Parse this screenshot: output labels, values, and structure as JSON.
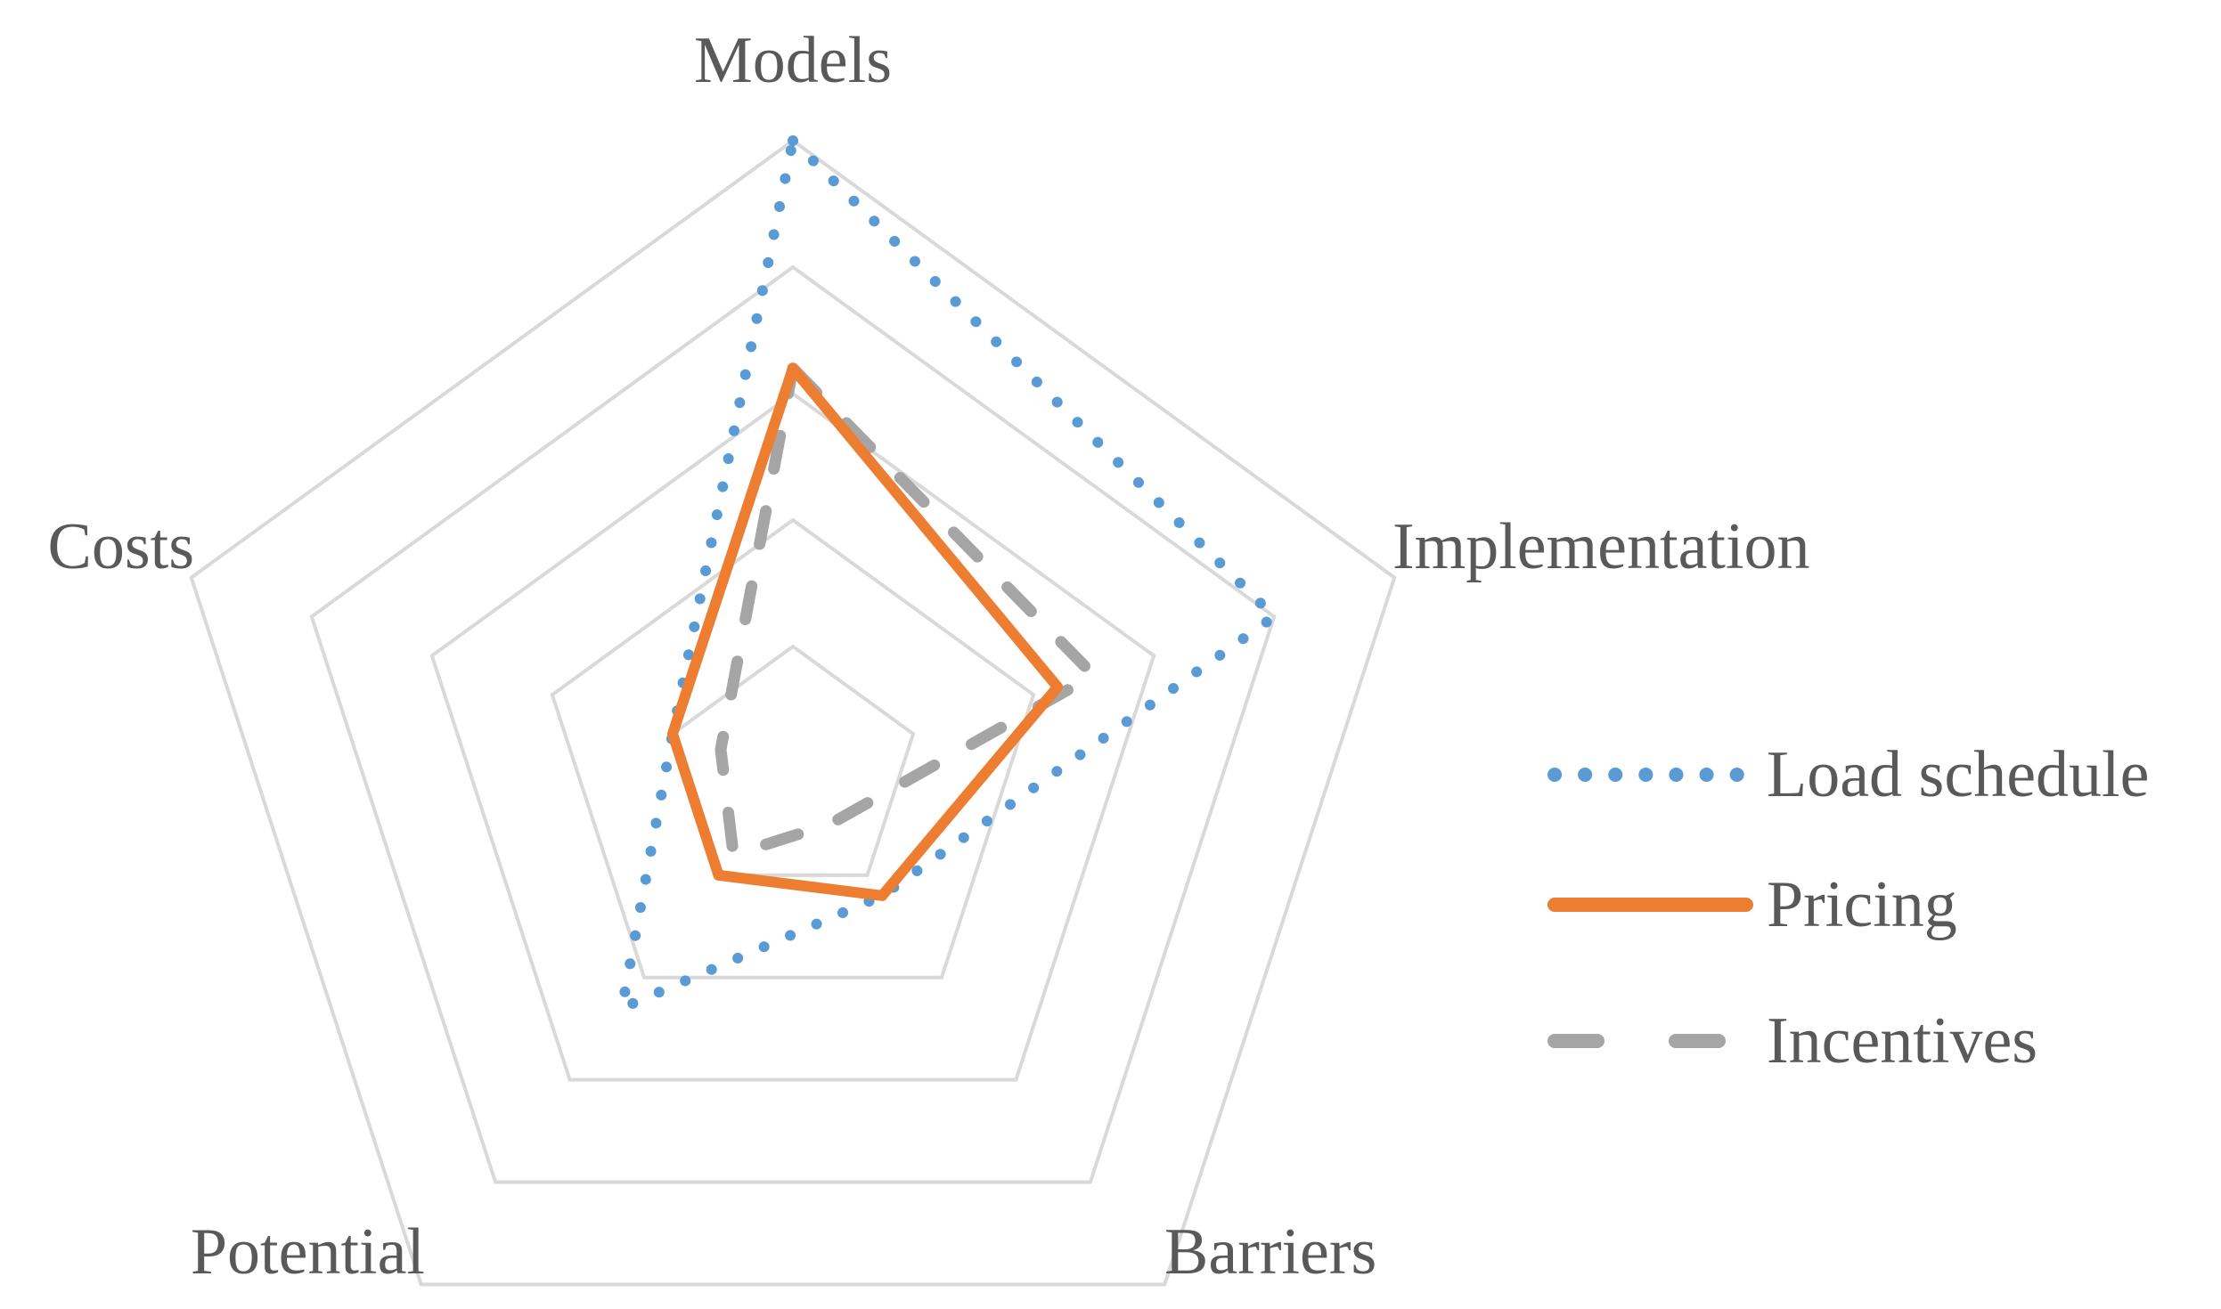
{
  "chart_data": {
    "type": "radar",
    "categories": [
      "Models",
      "Implementation",
      "Barriers",
      "Potential",
      "Costs"
    ],
    "rlim": [
      0,
      5
    ],
    "grid_levels": [
      1,
      2,
      3,
      4,
      5
    ],
    "grid": true,
    "legend_position": "right",
    "series": [
      {
        "name": "Load schedule",
        "values": [
          5,
          4,
          1.2,
          2.3,
          1
        ],
        "color": "#5b9bd5",
        "line_style": "dotted"
      },
      {
        "name": "Pricing",
        "values": [
          3.2,
          2.2,
          1.2,
          1,
          1
        ],
        "color": "#ed7d31",
        "line_style": "solid"
      },
      {
        "name": "Incentives",
        "values": [
          3.2,
          2.5,
          0.5,
          0.8,
          0.6
        ],
        "color": "#a5a5a5",
        "line_style": "dashed"
      }
    ]
  }
}
